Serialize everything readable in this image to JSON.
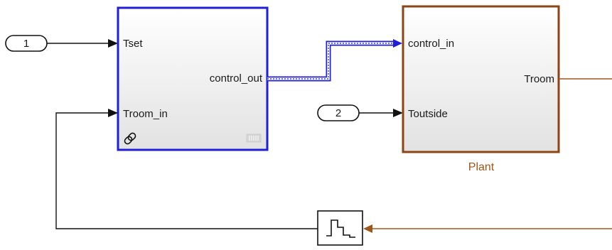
{
  "colors": {
    "controller_border": "#1f1fd6",
    "plant_border": "#8b4513",
    "plant_signal": "#a0561a",
    "signal_black": "#111111",
    "bus_blue": "#1f1fd6",
    "block_fill_top": "#ffffff",
    "block_fill_bottom": "#e4e4e4"
  },
  "inport_1": {
    "number": "1"
  },
  "inport_2": {
    "number": "2"
  },
  "controller": {
    "inputs": [
      "Tset",
      "Troom_in"
    ],
    "output": "control_out",
    "link_icon": "link-icon",
    "badge_icon": "subsystem-badge-icon"
  },
  "plant": {
    "name": "Plant",
    "inputs": [
      "control_in",
      "Toutside"
    ],
    "output": "Troom"
  },
  "zoh": {
    "icon": "zero-order-hold-icon"
  }
}
